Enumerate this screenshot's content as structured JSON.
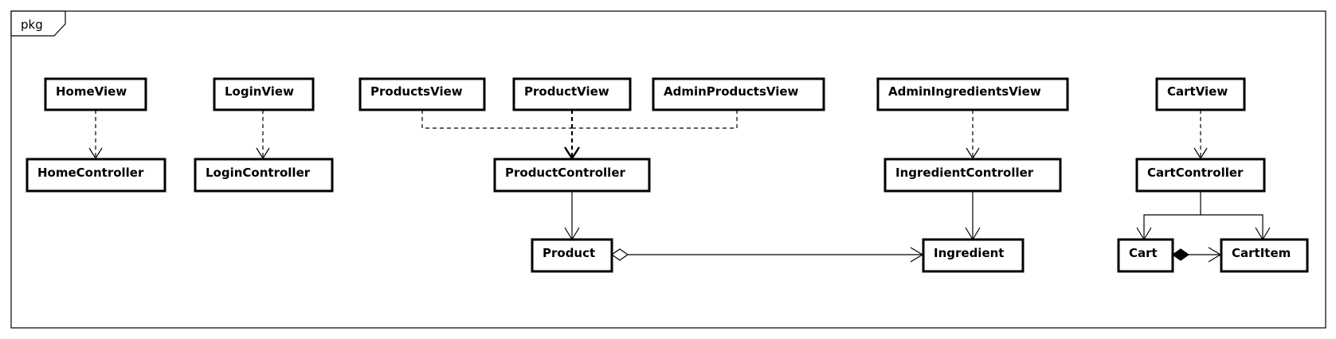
{
  "package": {
    "label": "pkg"
  },
  "classes": {
    "home_view": "HomeView",
    "home_controller": "HomeController",
    "login_view": "LoginView",
    "login_controller": "LoginController",
    "products_view": "ProductsView",
    "product_view": "ProductView",
    "admin_products_view": "AdminProductsView",
    "product_controller": "ProductController",
    "product": "Product",
    "admin_ingredients_view": "AdminIngredientsView",
    "ingredient_controller": "IngredientController",
    "ingredient": "Ingredient",
    "cart_view": "CartView",
    "cart_controller": "CartController",
    "cart": "Cart",
    "cart_item": "CartItem"
  }
}
